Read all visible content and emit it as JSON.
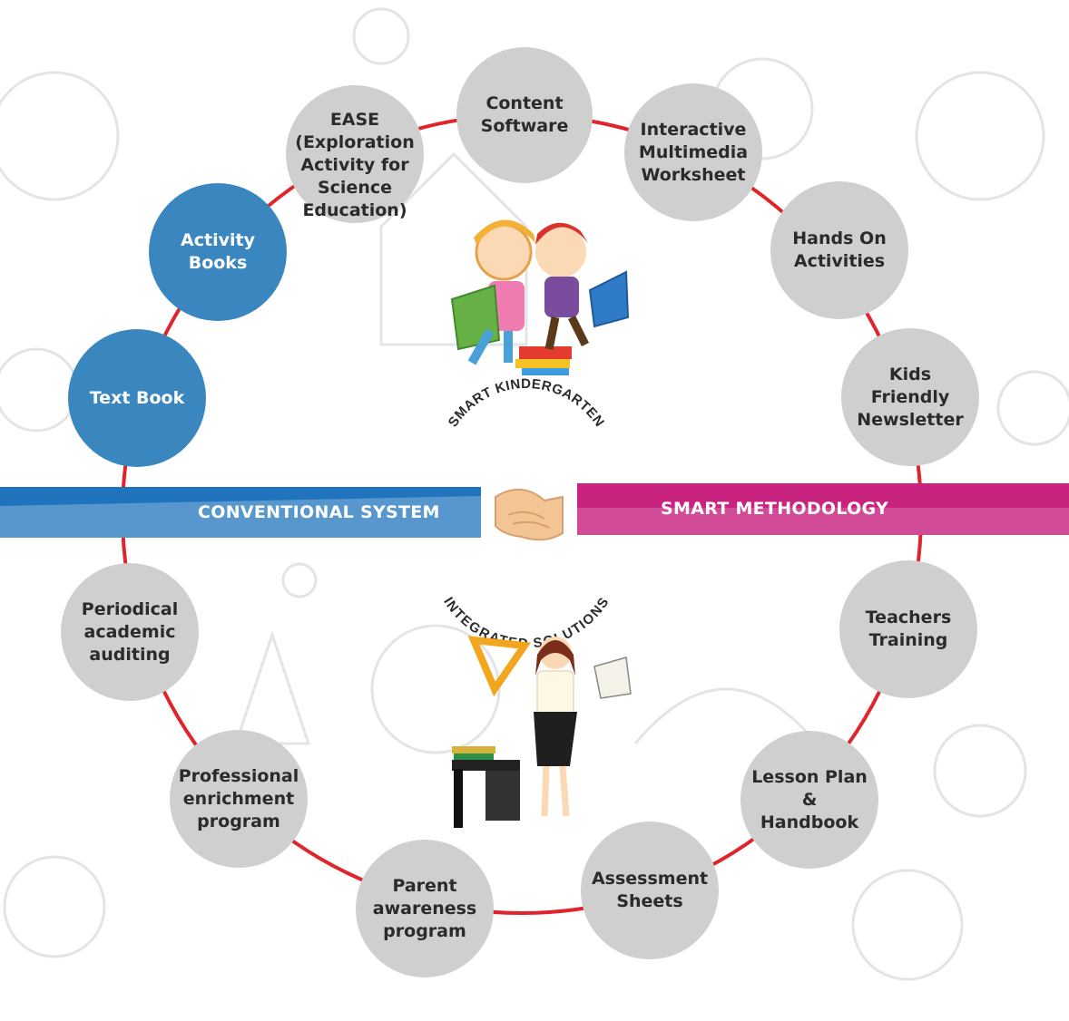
{
  "colors": {
    "ring": "#e0242b",
    "gray_node": "#cfcfd0",
    "blue_node": "#3a87c0",
    "conventional_band": "#1f74bd",
    "smart_band": "#c8247f"
  },
  "center": {
    "arc_top": "SMART KINDERGARTEN",
    "arc_bottom": "INTEGRATED SOLUTIONS",
    "icon": "handshake-icon"
  },
  "bands": {
    "conventional": "CONVENTIONAL SYSTEM",
    "smart": "SMART METHODOLOGY"
  },
  "nodes": [
    {
      "id": "content-software",
      "style": "gray",
      "label": "Content\nSoftware"
    },
    {
      "id": "interactive-multimedia-worksheet",
      "style": "gray",
      "label": "Interactive\nMultimedia\nWorksheet"
    },
    {
      "id": "hands-on-activities",
      "style": "gray",
      "label": "Hands On\nActivities"
    },
    {
      "id": "kids-friendly-newsletter",
      "style": "gray",
      "label": "Kids Friendly\nNewsletter"
    },
    {
      "id": "teachers-training",
      "style": "gray",
      "label": "Teachers\nTraining"
    },
    {
      "id": "lesson-plan-handbook",
      "style": "gray",
      "label": "Lesson Plan &\nHandbook"
    },
    {
      "id": "assessment-sheets",
      "style": "gray",
      "label": "Assessment\nSheets"
    },
    {
      "id": "parent-awareness-program",
      "style": "gray",
      "label": "Parent\nawareness\nprogram"
    },
    {
      "id": "professional-enrichment-program",
      "style": "gray",
      "label": "Professional\nenrichment\nprogram"
    },
    {
      "id": "periodical-academic-auditing",
      "style": "gray",
      "label": "Periodical\nacademic\nauditing"
    },
    {
      "id": "text-book",
      "style": "blue",
      "label": "Text Book"
    },
    {
      "id": "activity-books",
      "style": "blue",
      "label": "Activity\nBooks"
    },
    {
      "id": "ease",
      "style": "gray",
      "lead": "EASE",
      "label": "(Exploration\nActivity for\nScience\nEducation)"
    }
  ],
  "illustrations": {
    "top": "children-reading-illustration",
    "bottom": "teacher-illustration"
  }
}
